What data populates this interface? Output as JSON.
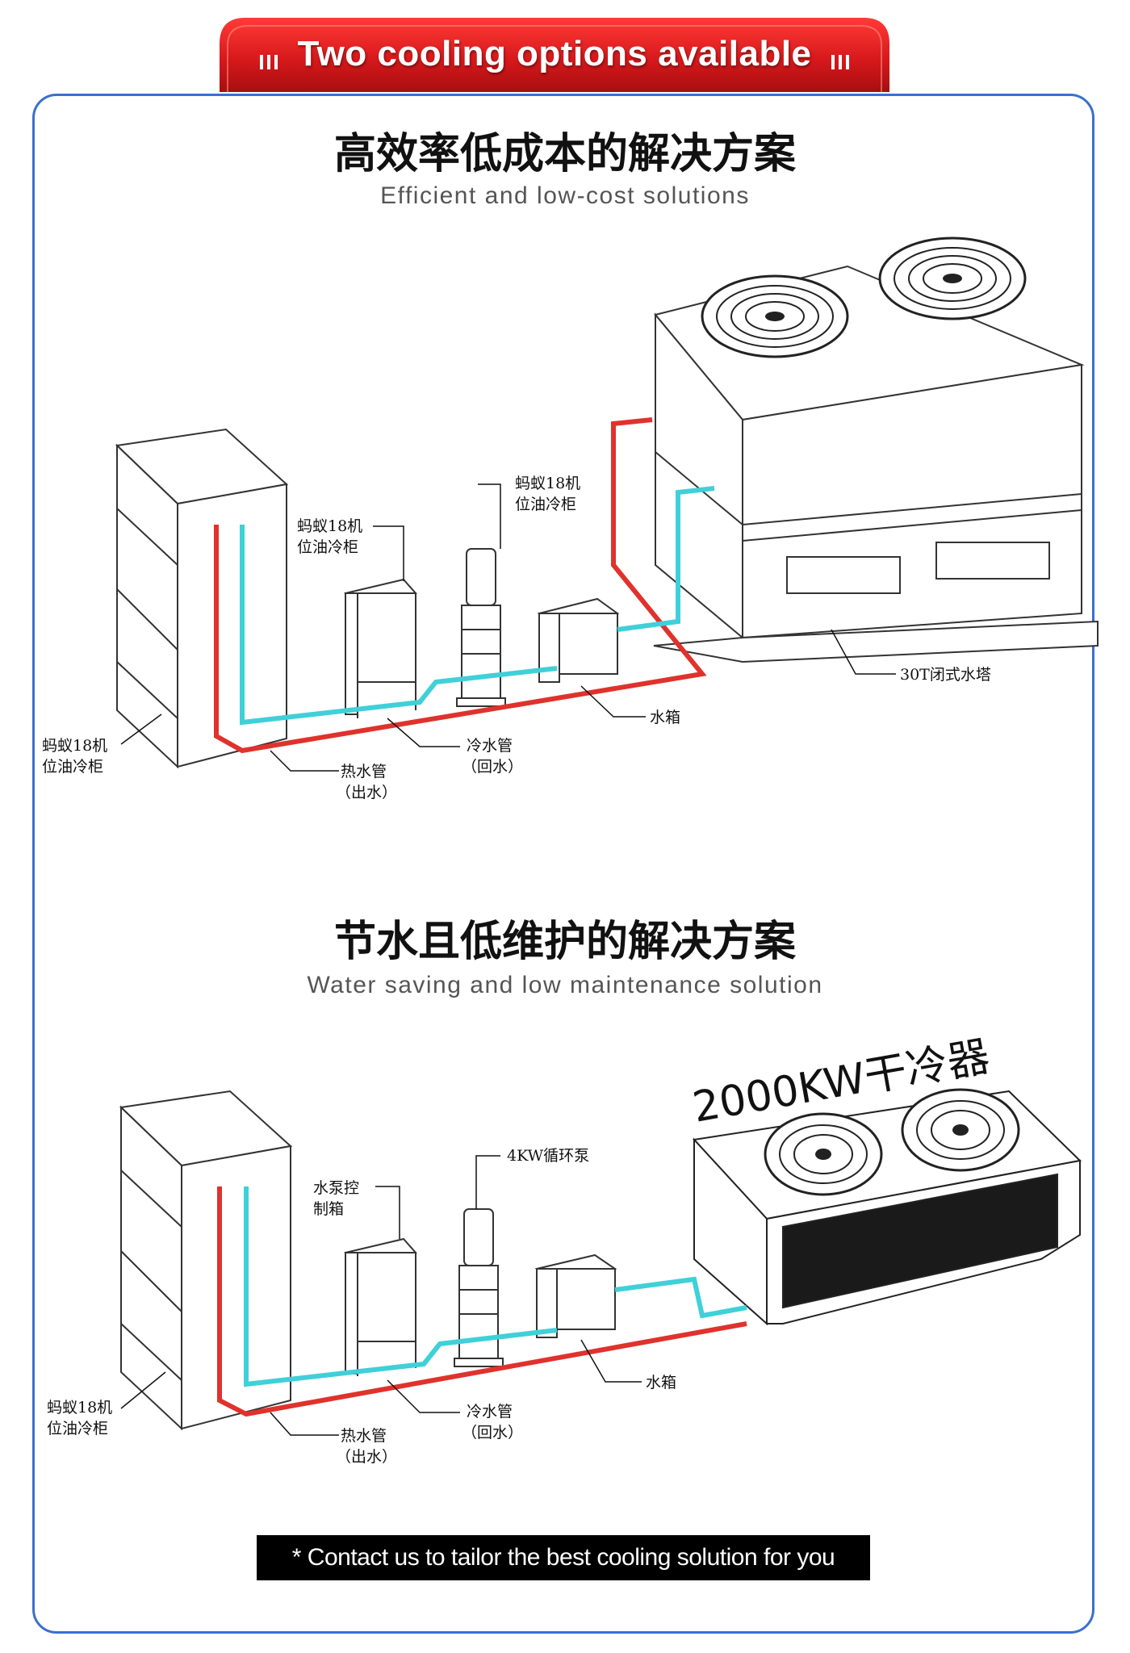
{
  "banner": {
    "title": "Two cooling options available"
  },
  "section1": {
    "heading": "高效率低成本的解决方案",
    "subheading": "Efficient and low-cost solutions",
    "labels": {
      "cabinet_line1": "蚂蚁18机",
      "cabinet_line2": "位油冷柜",
      "box_line1": "蚂蚁18机",
      "box_line2": "位油冷柜",
      "pump_line1": "蚂蚁18机",
      "pump_line2": "位油冷柜",
      "hot_pipe_line1": "热水管",
      "hot_pipe_line2": "（出水）",
      "cold_pipe_line1": "冷水管",
      "cold_pipe_line2": "（回水）",
      "tank": "水箱",
      "tower": "30T闭式水塔"
    }
  },
  "section2": {
    "heading": "节水且低维护的解决方案",
    "subheading": "Water saving and low maintenance solution",
    "cooler_title": "2000KW干冷器",
    "labels": {
      "cabinet_line1": "蚂蚁18机",
      "cabinet_line2": "位油冷柜",
      "control_line1": "水泵控",
      "control_line2": "制箱",
      "pump": "4KW循环泵",
      "hot_pipe_line1": "热水管",
      "hot_pipe_line2": "（出水）",
      "cold_pipe_line1": "冷水管",
      "cold_pipe_line2": "（回水）",
      "tank": "水箱"
    }
  },
  "footer": {
    "text": "* Contact us to tailor the best cooling solution for you"
  },
  "colors": {
    "banner_red": "#d8191c",
    "frame_blue": "#3a6fd0",
    "hot_pipe": "#e0322c",
    "cold_pipe": "#3fd0d8"
  }
}
